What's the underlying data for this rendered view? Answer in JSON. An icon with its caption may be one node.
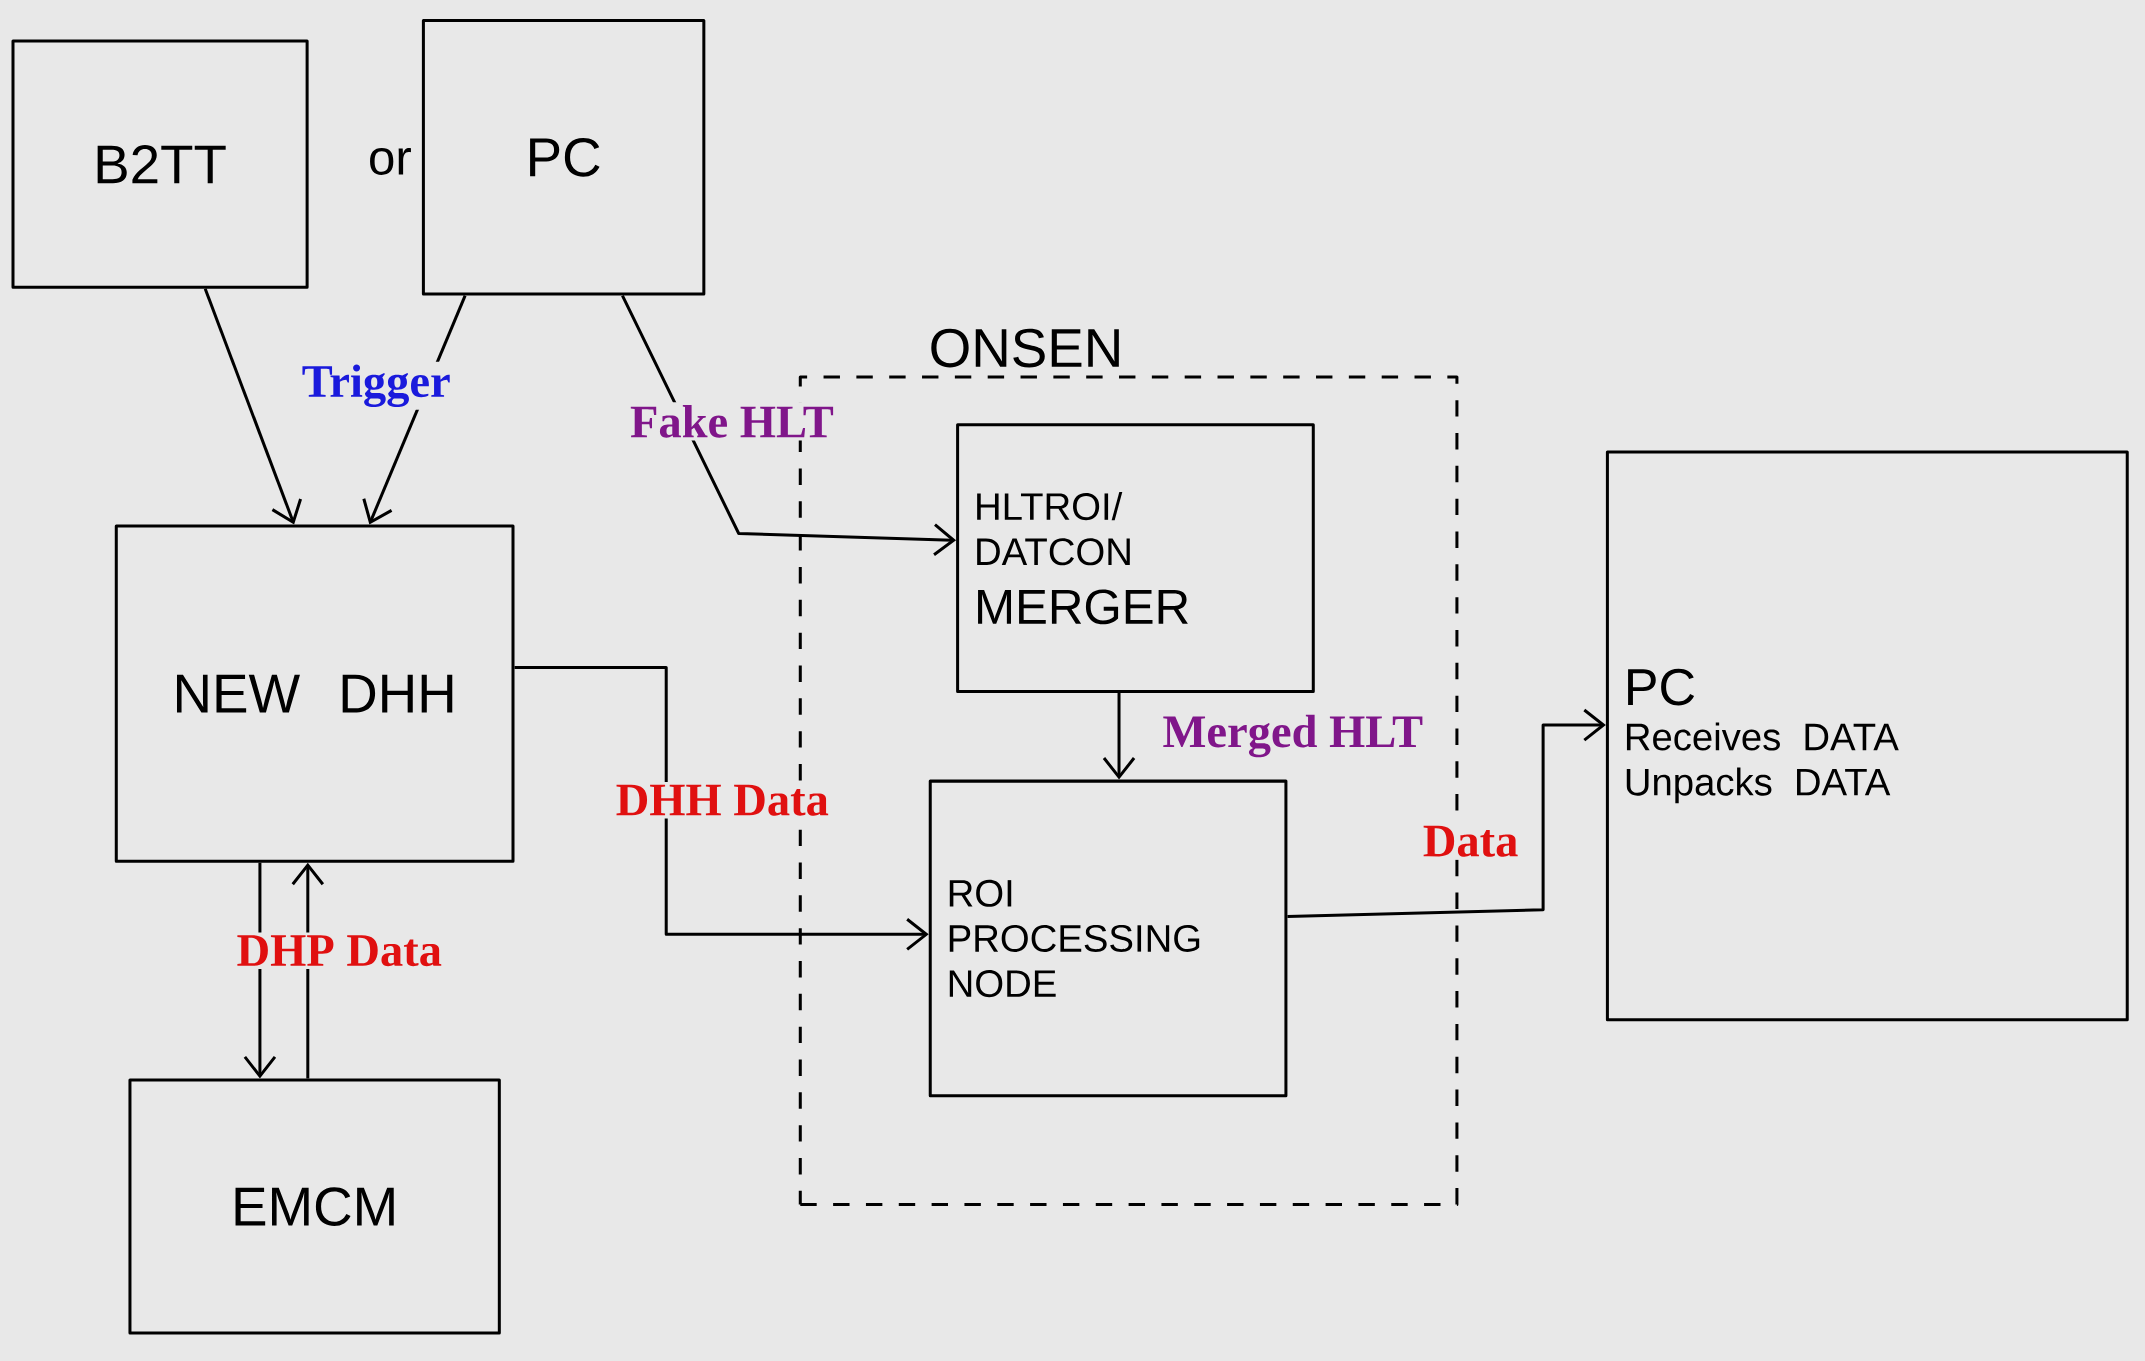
{
  "diagram": {
    "nodes": [
      {
        "text": [
          "B2TT"
        ]
      },
      {
        "text": [
          "PC"
        ]
      },
      {
        "text": [
          "NEW DHH"
        ]
      },
      {
        "text": [
          "EMCM"
        ]
      },
      {
        "text": [
          "ONSEN"
        ]
      },
      {
        "text": [
          "HLTROI/ DATCON",
          "MERGER"
        ],
        "in": 4
      },
      {
        "text": [
          "ROI PROCESSING NODE"
        ],
        "in": 4
      },
      {
        "text": [
          "PC",
          "Receives DATA",
          "Unpacks DATA"
        ]
      }
    ],
    "edges": [
      {
        "from": 0,
        "to": 2,
        "arrow": "to",
        "label": "Trigger"
      },
      {
        "from": 1,
        "to": 2,
        "arrow": "to"
      },
      {
        "from": 1,
        "to": 5,
        "arrow": "to",
        "label": "Fake HLT"
      },
      {
        "from": 2,
        "to": 6,
        "arrow": "to",
        "label": "DHH Data"
      },
      {
        "from": 5,
        "to": 6,
        "arrow": "to",
        "label": "Merged HLT"
      },
      {
        "from": 6,
        "to": 7,
        "arrow": "to",
        "label": "Data"
      },
      {
        "from": 2,
        "to": 3,
        "arrow": "to",
        "label": "DHP Data"
      },
      {
        "from": 3,
        "to": 2,
        "arrow": "to"
      }
    ],
    "labels": [
      "or"
    ]
  }
}
